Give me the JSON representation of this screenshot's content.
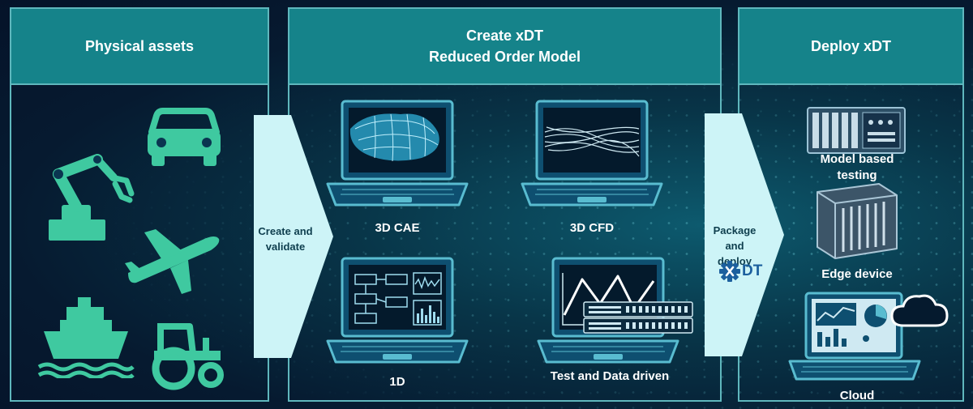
{
  "columns": {
    "physical": {
      "title": "Physical assets"
    },
    "create": {
      "title_line1": "Create xDT",
      "title_line2": "Reduced Order Model"
    },
    "deploy": {
      "title": "Deploy xDT"
    }
  },
  "arrows": {
    "first": {
      "line1": "Create and",
      "line2": "validate"
    },
    "second": {
      "line1": "Package and",
      "line2": "deploy",
      "logo_text": "DT"
    }
  },
  "models": {
    "cae": "3D CAE",
    "cfd": "3D CFD",
    "one_d": "1D",
    "test_data": "Test and Data driven"
  },
  "deploy_targets": {
    "mbt_line1": "Model based",
    "mbt_line2": "testing",
    "edge": "Edge device",
    "cloud": "Cloud"
  },
  "assets": [
    "robot-arm-icon",
    "car-icon",
    "airplane-icon",
    "ship-icon",
    "tractor-icon"
  ],
  "colors": {
    "asset_icon": "#3fc9a0",
    "header": "#15838a",
    "border": "#5fb7bd",
    "arrow": "#cdf4f7",
    "background": "#061a30"
  }
}
